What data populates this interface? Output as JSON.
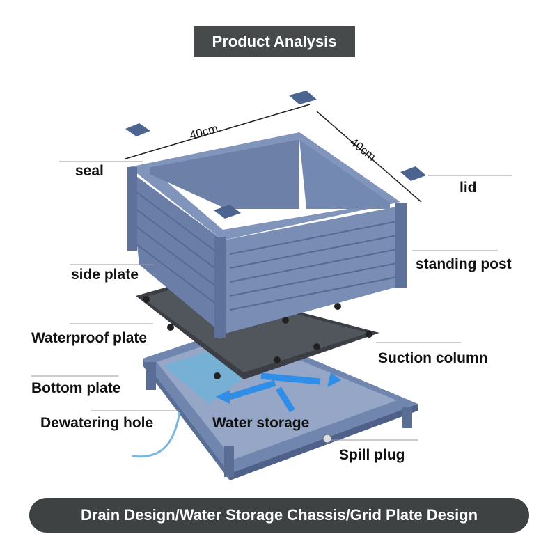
{
  "header": {
    "title": "Product Analysis"
  },
  "dimensions": {
    "width": "40cm",
    "depth": "40cm"
  },
  "labels": {
    "seal": "seal",
    "lid": "lid",
    "side_plate": "side plate",
    "standing_post": "standing post",
    "waterproof_plate": "Waterproof plate",
    "suction_column": "Suction column",
    "bottom_plate": "Bottom plate",
    "dewatering_hole": "Dewatering hole",
    "water_storage": "Water storage",
    "spill_plug": "Spill plug"
  },
  "footer": {
    "text": "Drain Design/Water Storage Chassis/Grid Plate Design"
  },
  "colors": {
    "product": "#6b7fa8",
    "header_bg": "#464a4b",
    "footer_bg": "#3e4242",
    "water": "#3a8fe0"
  }
}
